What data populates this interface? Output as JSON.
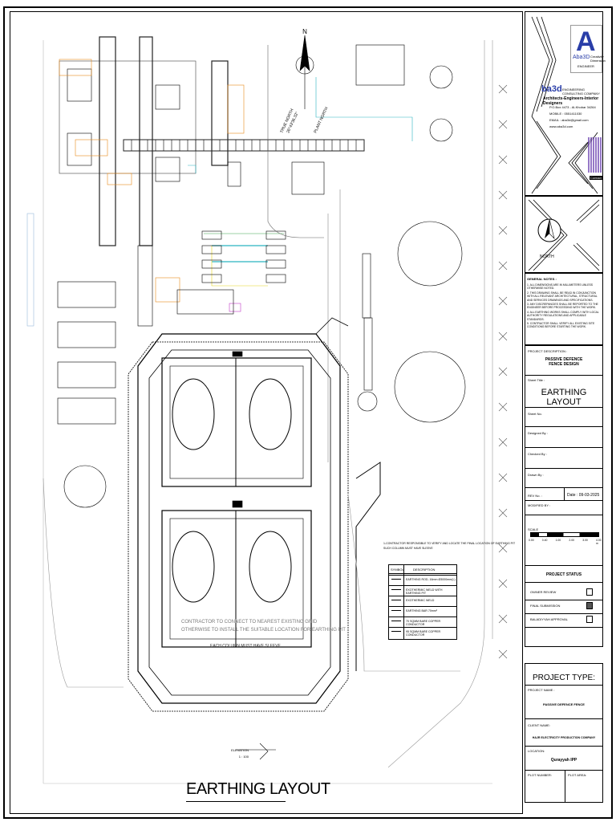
{
  "drawing": {
    "title": "EARTHING LAYOUT",
    "north_label": "N",
    "true_north_label": "TRUE NORTH",
    "true_north_angle": "26°43'36.32\"",
    "plant_north_label": "PLANT NORTH",
    "note_grid": "CONTRACTOR TO CONNECT TO NEAREST EXISTING GRID",
    "note_location": "OTHERWISE TO INSTALL THE SUITABLE LOCATION FOR EARTHING PIT",
    "note_sleeve": "EACH COLUMN MUST HAVE SLEEVE",
    "elevation_label": "ELEVATION",
    "elevation_scale": "1 : 100",
    "contractor_note": "1-CONTRACTOR RESPONSIBLE TO VERIFY AND LOCATE THE FINAL LOCATION OF EARTHING PIT",
    "contractor_note_2": "SUCH COLUMN MUST HAVE SLEEVE"
  },
  "legend": {
    "symbol_header": "SYMBOL",
    "description_header": "DESCRIPTION",
    "rows": [
      "EARTHING ROD, 16mm Ø3000mm(L)",
      "EXOTHERMIC WELD WITH EARTHING PIT",
      "EXOTHERMIC WELD",
      "EARTHING BAR 70mm²",
      "70 SQMM BARE COPPER CONDUCTOR",
      "95 SQMM BARE COPPER CONDUCTOR"
    ]
  },
  "title_block": {
    "logo_text": "Aba3D",
    "logo_sub": "Creativity Dimension",
    "logo_badge": "ENGINEER",
    "company": "ba3d",
    "company_tag": "ENGINEERING CONSULTING COMPANY",
    "company_desc": "Architects-Engineers-Interior Designers",
    "contact_1": "P.O.Box 4473 - Al-Khobar 34264",
    "contact_2": "MOBILE : 0551411030",
    "contact_3": "EMAIL : aba3d@gmail.com",
    "contact_4": "www.aba3d.com",
    "qr_label": "Contact",
    "north_panel": "NORTH",
    "general_notes_title": "GENERAL NOTES :",
    "general_notes": [
      "1. ALL DIMENSIONS ARE IN MILLIMETERS UNLESS OTHERWISE NOTED.",
      "2. THIS DRAWING SHALL BE READ IN CONJUNCTION WITH ALL RELEVANT ARCHITECTURAL, STRUCTURAL AND SERVICES DRAWINGS AND SPECIFICATIONS.",
      "3. ANY DISCREPANCIES SHALL BE REPORTED TO THE ENGINEER BEFORE PROCEEDING WITH THE WORK.",
      "4. ALL EARTHING WORKS SHALL COMPLY WITH LOCAL AUTHORITY REGULATIONS AND APPLICABLE STANDARDS.",
      "5. CONTRACTOR SHALL VERIFY ALL EXISTING SITE CONDITIONS BEFORE STARTING THE WORK."
    ],
    "project_desc_label": "PROJECT DESCRIPTION :",
    "project_desc": "PASSIVE DEFENCE FENCE DESIGN",
    "sheet_title_label": "Sheet Title :",
    "sheet_title": "EARTHING LAYOUT",
    "sheet_no_label": "Sheet No.",
    "designed_by_label": "Designed By :",
    "checked_by_label": "Checked By :",
    "drawn_by_label": "Drawn By :",
    "rev_label": "REV No. :",
    "date_label": "Date : 09-03-2025",
    "modified_label": "MODIFIED BY :",
    "scale_label": "SCALE",
    "scale_ticks": [
      "0.00",
      "0.40",
      "1.00",
      "2.00",
      "3.00",
      "4.00 m"
    ],
    "project_status_title": "PROJECT STATUS",
    "status_items": [
      {
        "label": "OWNER REVIEW",
        "checked": false
      },
      {
        "label": "FINAL SUBMISSION",
        "checked": true
      },
      {
        "label": "BALADIYYAH APPROVAL",
        "checked": false
      }
    ],
    "project_type_title": "PROJECT TYPE:",
    "project_name_label": "PROJECT NAME :",
    "project_name": "PASSIVE DEFENCE FENCE",
    "client_label": "CLIENT NAME:",
    "client_name": "HAJR ELECTRICITY PRODUCTION COMPANY",
    "location_label": "LOCATION:",
    "location": "Qurayyah IPP",
    "plot_number_label": "PLOT NUMBER:",
    "plot_area_label": "PLOT AREA:"
  },
  "colors": {
    "ink": "#000000",
    "orange": "#e88a1a",
    "cyan": "#2bb3c0",
    "green": "#3aa64a",
    "yellow": "#e4d21c",
    "magenta": "#c23ac8",
    "logo_blue": "#2a3ea8"
  }
}
